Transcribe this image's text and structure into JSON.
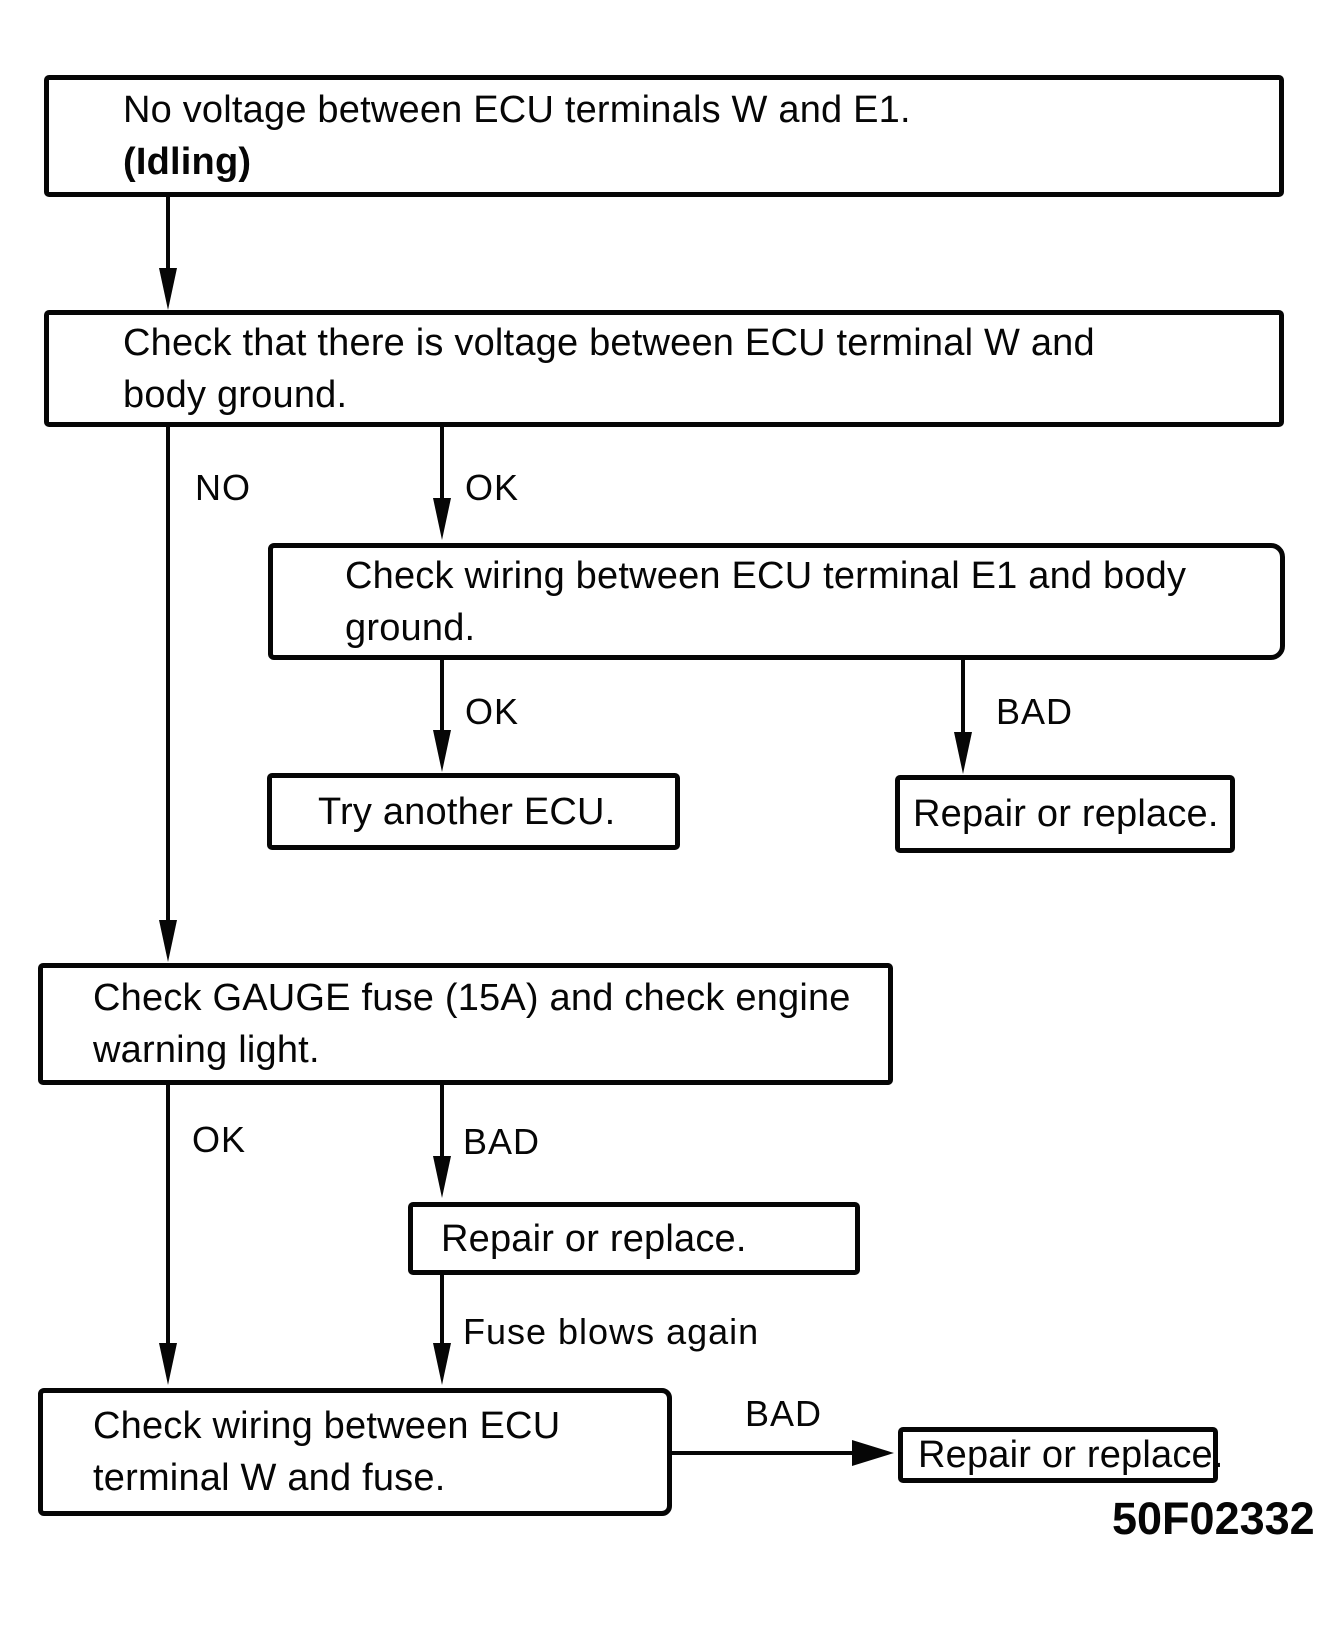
{
  "page": {
    "background_color": "#ffffff",
    "ink_color": "#060606"
  },
  "flowchart": {
    "nodes": {
      "no_voltage": {
        "line1": "No voltage between ECU terminals W and E1.",
        "line2": "(Idling)"
      },
      "check_voltage_w_ground": {
        "line1": "Check that there is voltage between ECU terminal W and",
        "line2": "body ground."
      },
      "check_wiring_e1_ground": {
        "line1": "Check wiring between ECU terminal E1 and body",
        "line2": "ground."
      },
      "try_another_ecu": {
        "text": "Try another ECU."
      },
      "repair_or_replace_1": {
        "text": "Repair or replace."
      },
      "check_gauge_fuse": {
        "line1": "Check GAUGE fuse (15A) and check engine",
        "line2": "warning light."
      },
      "repair_or_replace_2": {
        "text": "Repair or replace."
      },
      "check_wiring_w_fuse": {
        "line1": "Check wiring between ECU",
        "line2": "terminal W and fuse."
      },
      "repair_or_replace_3": {
        "text": "Repair or replace."
      }
    },
    "edge_labels": {
      "no": "NO",
      "ok_1": "OK",
      "ok_2": "OK",
      "bad_1": "BAD",
      "ok_3": "OK",
      "bad_2": "BAD",
      "fuse_blows_again": "Fuse blows again",
      "bad_3": "BAD"
    },
    "figure_code": "50F02332"
  }
}
